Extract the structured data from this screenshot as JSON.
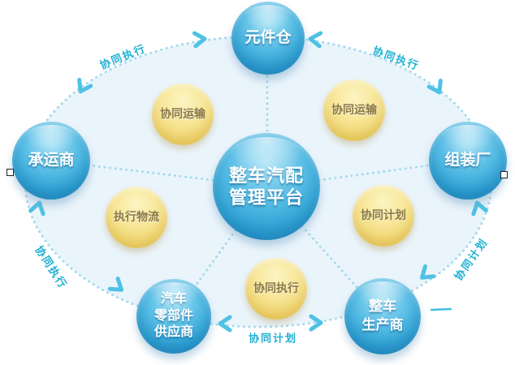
{
  "colors": {
    "blue_node": "#2f9fd3",
    "yellow_node": "#f3dc7d",
    "cyan_text": "#1fb0d2",
    "dash_dot": "#a3daee",
    "chevron": "#4fc2e4",
    "ellipse_fill": "#eaf4fb"
  },
  "center_node": {
    "lines": [
      "整车汽配",
      "管理平台"
    ]
  },
  "blue_nodes": {
    "warehouse": {
      "label": "元件仓"
    },
    "carrier": {
      "label": "承运商"
    },
    "assembly": {
      "label": "组装厂"
    },
    "supplier": {
      "lines": [
        "汽车",
        "零部件",
        "供应商"
      ]
    },
    "manufacturer": {
      "lines": [
        "整车",
        "生产商"
      ]
    }
  },
  "yellow_nodes": {
    "transport_upper_left": {
      "label": "协同运输"
    },
    "transport_upper_right": {
      "label": "协同运输"
    },
    "logistics_lower_left": {
      "label": "执行物流"
    },
    "plan_lower_right": {
      "label": "协同计划"
    },
    "execute_bottom": {
      "label": "协同执行"
    }
  },
  "edge_labels": {
    "top_left": "协同执行",
    "top_right": "协同执行",
    "left": "协同执行",
    "right": "协同计划",
    "bottom": "协同计划"
  }
}
